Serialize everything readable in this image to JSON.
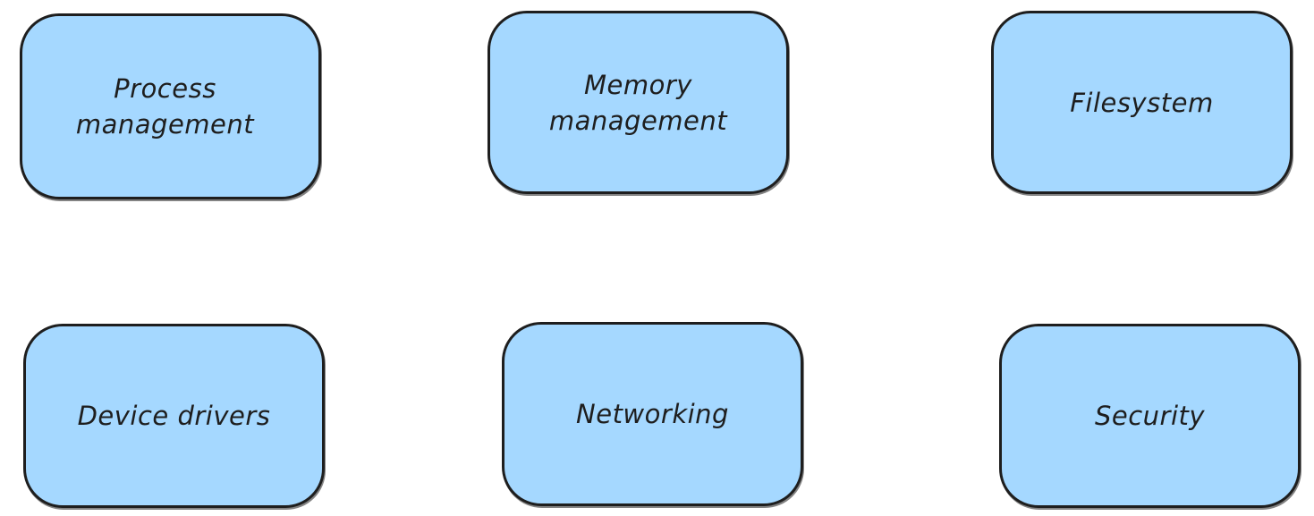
{
  "diagram": {
    "nodes": [
      {
        "id": "process-management",
        "label": "Process management"
      },
      {
        "id": "memory-management",
        "label": "Memory management"
      },
      {
        "id": "filesystem",
        "label": "Filesystem"
      },
      {
        "id": "device-drivers",
        "label": "Device drivers"
      },
      {
        "id": "networking",
        "label": "Networking"
      },
      {
        "id": "security",
        "label": "Security"
      }
    ],
    "colors": {
      "node_fill": "#a5d8ff",
      "node_stroke": "#1e1e1e",
      "text": "#1e1e1e",
      "background": "#ffffff"
    }
  }
}
